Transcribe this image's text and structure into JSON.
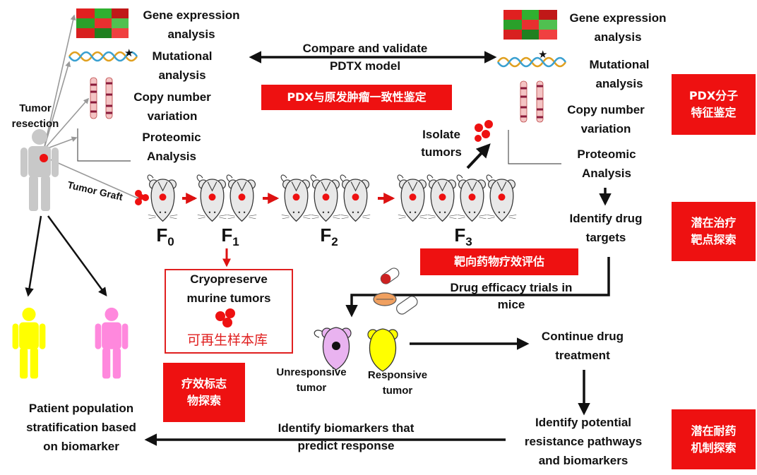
{
  "top_left": {
    "gene_expression": "Gene expression\nanalysis",
    "mutational": "Mutational\nanalysis",
    "copy_number": "Copy number\nvariation",
    "proteomic": "Proteomic\nAnalysis"
  },
  "top_right": {
    "gene_expression": "Gene expression\nanalysis",
    "mutational": "Mutational\nanalysis",
    "copy_number": "Copy number\nvariation",
    "proteomic": "Proteomic\nAnalysis"
  },
  "compare_validate": "Compare and validate\nPDTX model",
  "pdx_consistency_cn": "PDX与原发肿瘤一致性鉴定",
  "pdx_molecular_cn": "PDX分子\n特征鉴定",
  "tumor_resection": "Tumor\nresection",
  "tumor_graft": "Tumor Graft",
  "isolate_tumors": "Isolate\ntumors",
  "generations": [
    {
      "base": "F",
      "sub": "0"
    },
    {
      "base": "F",
      "sub": "1"
    },
    {
      "base": "F",
      "sub": "2"
    },
    {
      "base": "F",
      "sub": "3"
    }
  ],
  "identify_targets": "Identify drug\ntargets",
  "targets_cn": "潜在治疗\n靶点探索",
  "efficacy_cn": "靶向药物疗效评估",
  "drug_trials": "Drug efficacy trials in\nmice",
  "cryopreserve": "Cryopreserve\nmurine tumors",
  "biobank_cn": "可再生样本库",
  "biomarker_cn": "疗效标志\n物探索",
  "unresponsive": "Unresponsive\ntumor",
  "responsive": "Responsive\ntumor",
  "continue_treatment": "Continue drug\ntreatment",
  "resistance": "Identify potential\nresistance pathways\nand biomarkers",
  "resistance_cn": "潜在耐药\n机制探索",
  "biomarker_predict": "Identify biomarkers that\npredict response",
  "stratification": "Patient population\nstratification based\non biomarker",
  "colors": {
    "red_box": "#ee1111",
    "patient_yellow": "#ffff00",
    "patient_pink": "#ff88dd",
    "mouse_pink": "#e9b3f0",
    "mouse_yellow": "#ffff00",
    "human_gray": "#c8c8c8"
  }
}
